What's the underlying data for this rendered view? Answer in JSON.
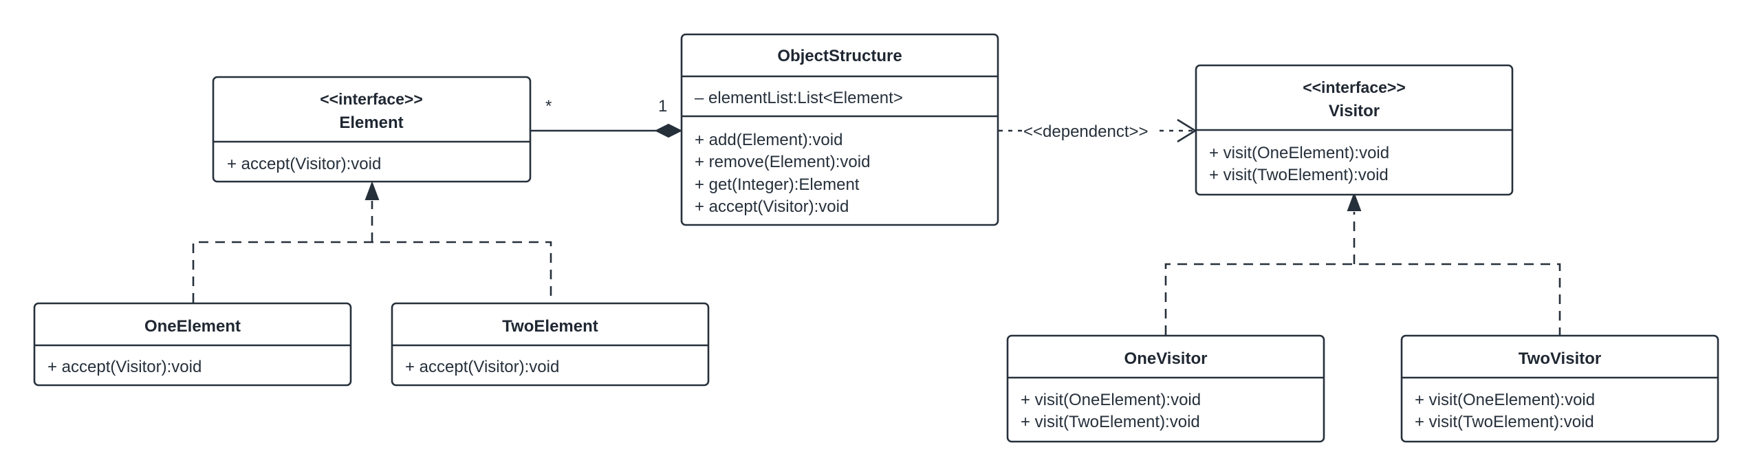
{
  "classes": {
    "element": {
      "stereotype": "<<interface>>",
      "name": "Element",
      "attributes": [],
      "operations": [
        "+ accept(Visitor):void"
      ]
    },
    "object_structure": {
      "stereotype": "",
      "name": "ObjectStructure",
      "attributes": [
        "– elementList:List<Element>"
      ],
      "operations": [
        "+ add(Element):void",
        "+ remove(Element):void",
        "+ get(Integer):Element",
        "+ accept(Visitor):void"
      ]
    },
    "visitor": {
      "stereotype": "<<interface>>",
      "name": "Visitor",
      "attributes": [],
      "operations": [
        "+ visit(OneElement):void",
        "+ visit(TwoElement):void"
      ]
    },
    "one_element": {
      "stereotype": "",
      "name": "OneElement",
      "attributes": [],
      "operations": [
        "+ accept(Visitor):void"
      ]
    },
    "two_element": {
      "stereotype": "",
      "name": "TwoElement",
      "attributes": [],
      "operations": [
        "+ accept(Visitor):void"
      ]
    },
    "one_visitor": {
      "stereotype": "",
      "name": "OneVisitor",
      "attributes": [],
      "operations": [
        "+ visit(OneElement):void",
        "+ visit(TwoElement):void"
      ]
    },
    "two_visitor": {
      "stereotype": "",
      "name": "TwoVisitor",
      "attributes": [],
      "operations": [
        "+ visit(OneElement):void",
        "+ visit(TwoElement):void"
      ]
    }
  },
  "relations": {
    "composition": {
      "from": "Element",
      "to": "ObjectStructure",
      "element_multiplicity": "*",
      "structure_multiplicity": "1"
    },
    "dependency": {
      "from": "ObjectStructure",
      "to": "Visitor",
      "label": "<<dependenct>>"
    },
    "realizations": [
      {
        "from": "OneElement",
        "to": "Element"
      },
      {
        "from": "TwoElement",
        "to": "Element"
      },
      {
        "from": "OneVisitor",
        "to": "Visitor"
      },
      {
        "from": "TwoVisitor",
        "to": "Visitor"
      }
    ]
  }
}
